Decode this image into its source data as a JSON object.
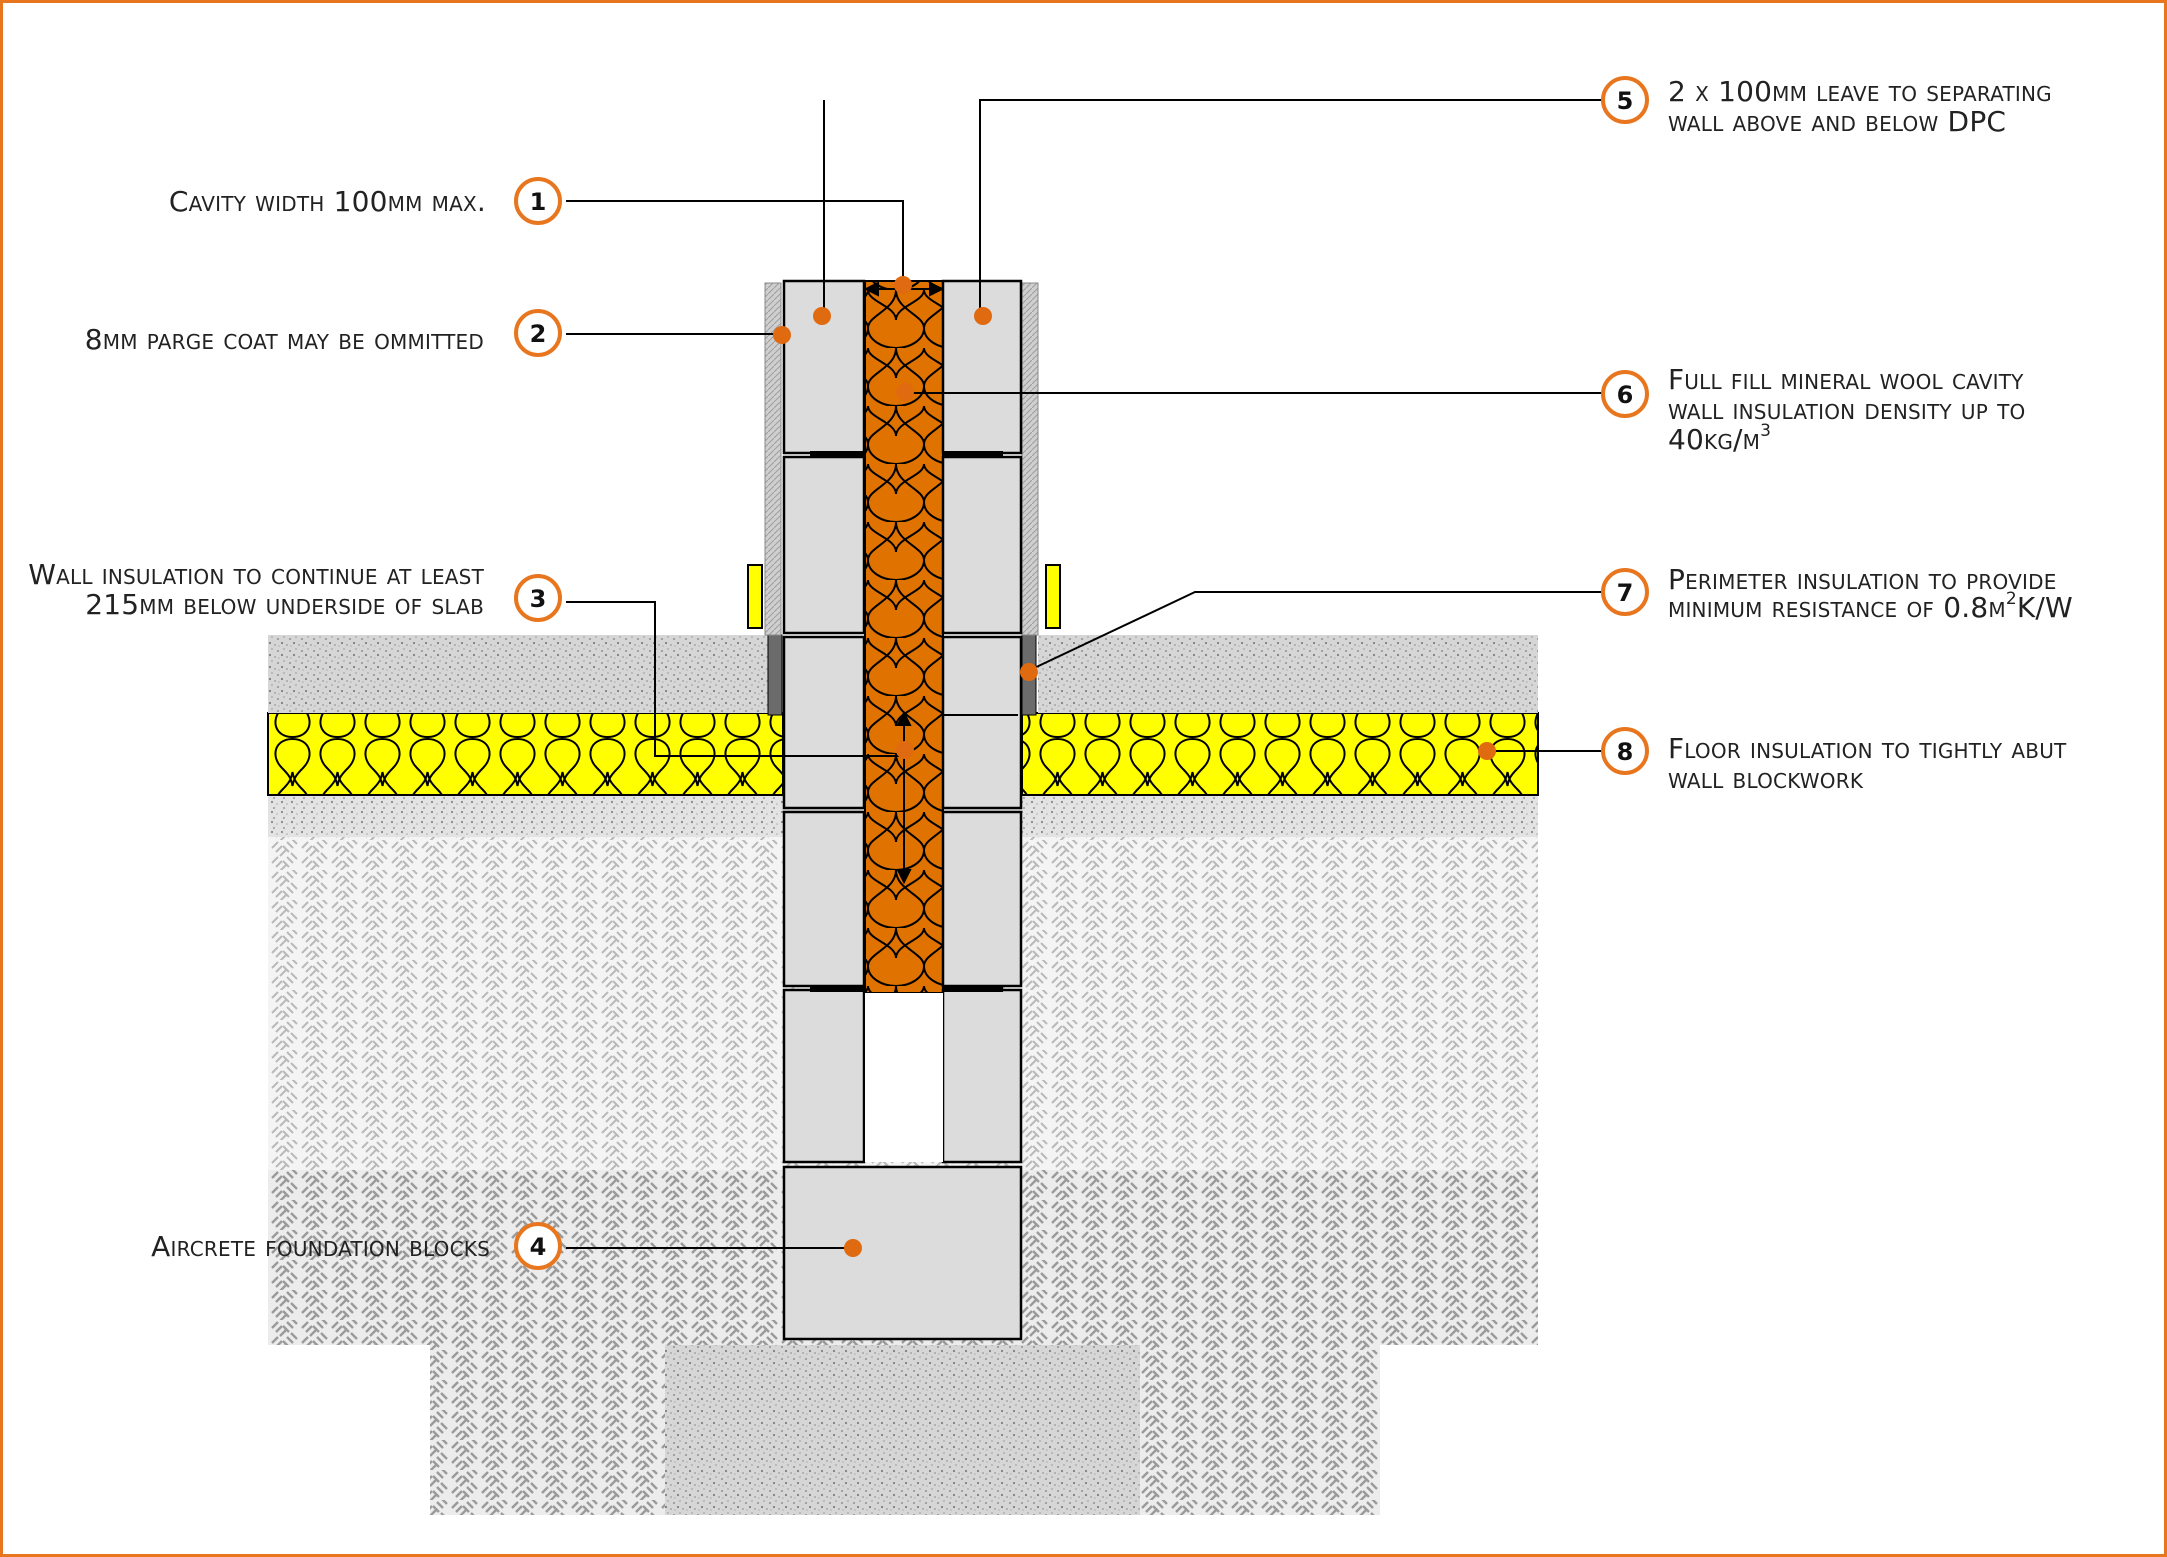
{
  "colors": {
    "frame": "#e8761e",
    "callout_ring": "#e8761e",
    "callout_dot": "#e06a10",
    "cavity_insulation": "#e07300",
    "floor_insulation": "#ffff00",
    "block": "#dcdcdc",
    "line": "#000000"
  },
  "callouts": [
    {
      "number": "1",
      "lines": [
        "Cavity width 100mm max."
      ]
    },
    {
      "number": "2",
      "lines": [
        "8mm parge coat may be ommitted"
      ]
    },
    {
      "number": "3",
      "lines": [
        "Wall insulation to continue at least",
        "215mm below underside of slab"
      ]
    },
    {
      "number": "4",
      "lines": [
        "Aircrete foundation blocks"
      ]
    },
    {
      "number": "5",
      "lines": [
        "2 x 100mm leave to separating",
        "wall above and below DPC"
      ]
    },
    {
      "number": "6",
      "lines": [
        "Full fill mineral wool cavity",
        "wall insulation density up to",
        "40kg/m"
      ],
      "superscript": "3"
    },
    {
      "number": "7",
      "lines": [
        "Perimeter insulation to provide",
        "minimum resistance of 0.8m",
        "K/W"
      ],
      "superscript": "2"
    },
    {
      "number": "8",
      "lines": [
        "Floor insulation to tightly abut",
        "wall blockwork"
      ]
    }
  ]
}
